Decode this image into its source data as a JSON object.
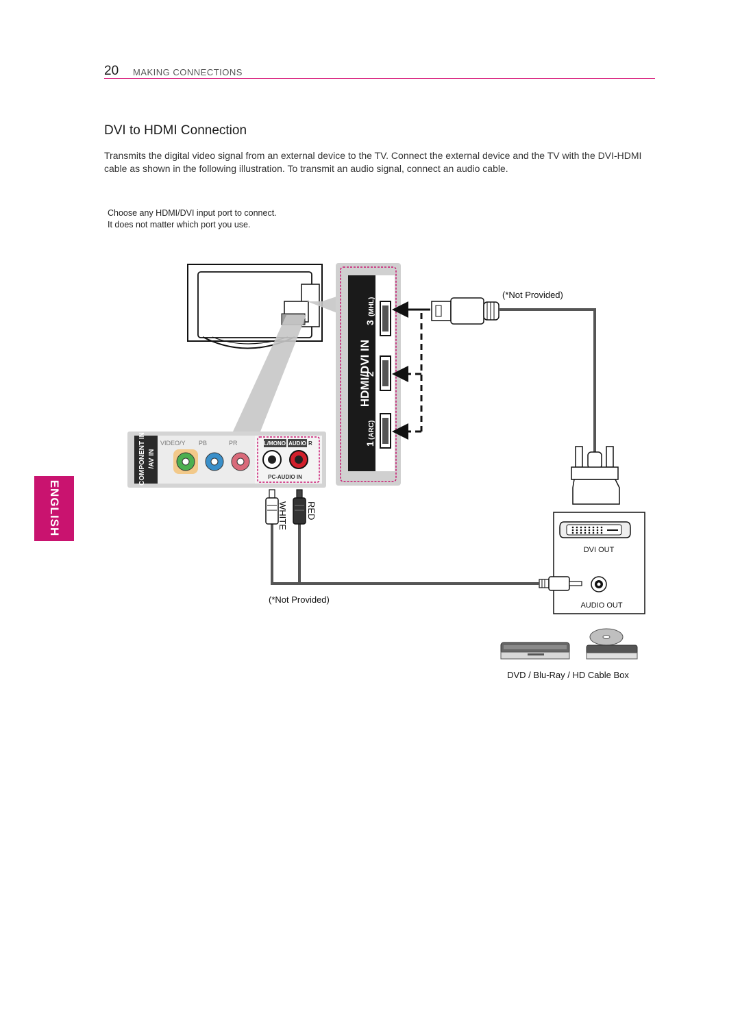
{
  "header": {
    "page_number": "20",
    "section": "MAKING CONNECTIONS"
  },
  "page_title": "DVI to HDMI Connection",
  "intro_text": "Transmits the digital video signal from an external device to the TV. Connect the external device and the TV with the DVI-HDMI cable as shown in the following illustration. To transmit an audio signal, connect an audio cable.",
  "note": {
    "line1": "Choose any HDMI/DVI input port to connect.",
    "line2": "It does not matter which port you use."
  },
  "side_tab": "ENGLISH",
  "diagram": {
    "hdmi_panel": {
      "title": "HDMI/DVI IN",
      "port3": "3",
      "port3_tag": "(MHL)",
      "port2": "2",
      "port1": "1",
      "port1_tag": "(ARC)"
    },
    "av_panel": {
      "side_label_1": "COMPONENT IN",
      "side_label_2": "/AV IN",
      "video_label": "VIDEO/Y",
      "pb_label": "PB",
      "pr_label": "PR",
      "audio_l_label": "L/MONO",
      "audio_label": "AUDIO",
      "audio_r_label": "R",
      "pc_audio_label": "PC-AUDIO IN"
    },
    "white_label": "WHITE",
    "red_label": "RED",
    "not_provided_top": "(*Not Provided)",
    "not_provided_bottom": "(*Not Provided)",
    "dvi_out_label": "DVI OUT",
    "audio_out_label": "AUDIO OUT",
    "devices_caption": "DVD / Blu-Ray / HD Cable Box"
  },
  "colors": {
    "accent_magenta": "#c9136f",
    "green_jack": "#4caf50",
    "blue_jack": "#3a8fc9",
    "red_jack": "#d21f2b"
  }
}
